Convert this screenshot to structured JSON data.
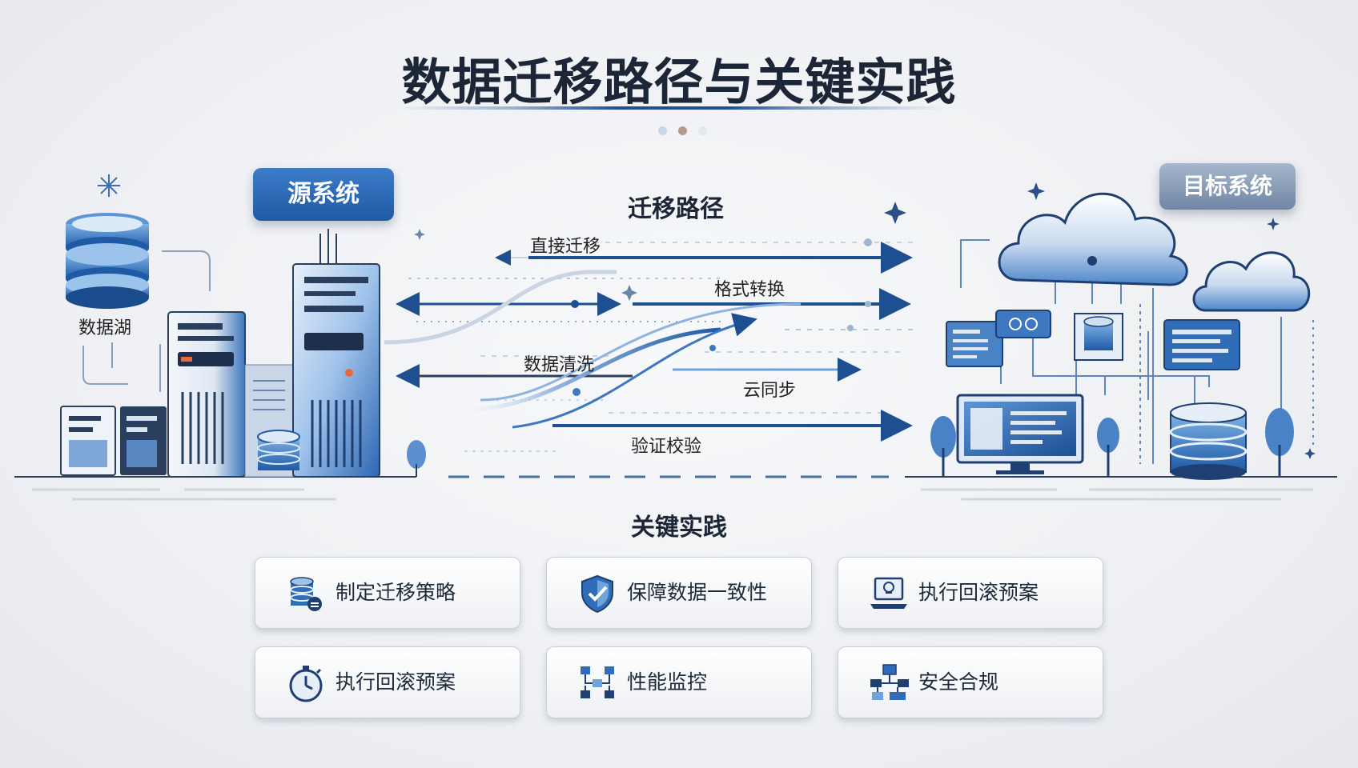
{
  "title": "数据迁移路径与关键实践",
  "source_system": {
    "label": "源系统",
    "data_lake_label": "数据湖"
  },
  "target_system": {
    "label": "目标系统"
  },
  "migration_path": {
    "heading": "迁移路径",
    "steps": [
      "直接迁移",
      "格式转换",
      "数据清洗",
      "云同步",
      "验证校验"
    ]
  },
  "key_practices": {
    "heading": "关键实践",
    "cards": [
      {
        "label": "制定迁移策略",
        "icon": "database-icon"
      },
      {
        "label": "保障数据一致性",
        "icon": "shield-check-icon"
      },
      {
        "label": "执行回滚预案",
        "icon": "laptop-icon"
      },
      {
        "label": "执行回滚预案",
        "icon": "stopwatch-icon"
      },
      {
        "label": "性能监控",
        "icon": "network-monitor-icon"
      },
      {
        "label": "安全合规",
        "icon": "hierarchy-icon"
      }
    ]
  },
  "colors": {
    "primary": "#1e5aa6",
    "dark_navy": "#1f3f73",
    "light_blue": "#6fa3dc",
    "grey_pill": "#7e93b0",
    "background": "#eef0f3"
  }
}
